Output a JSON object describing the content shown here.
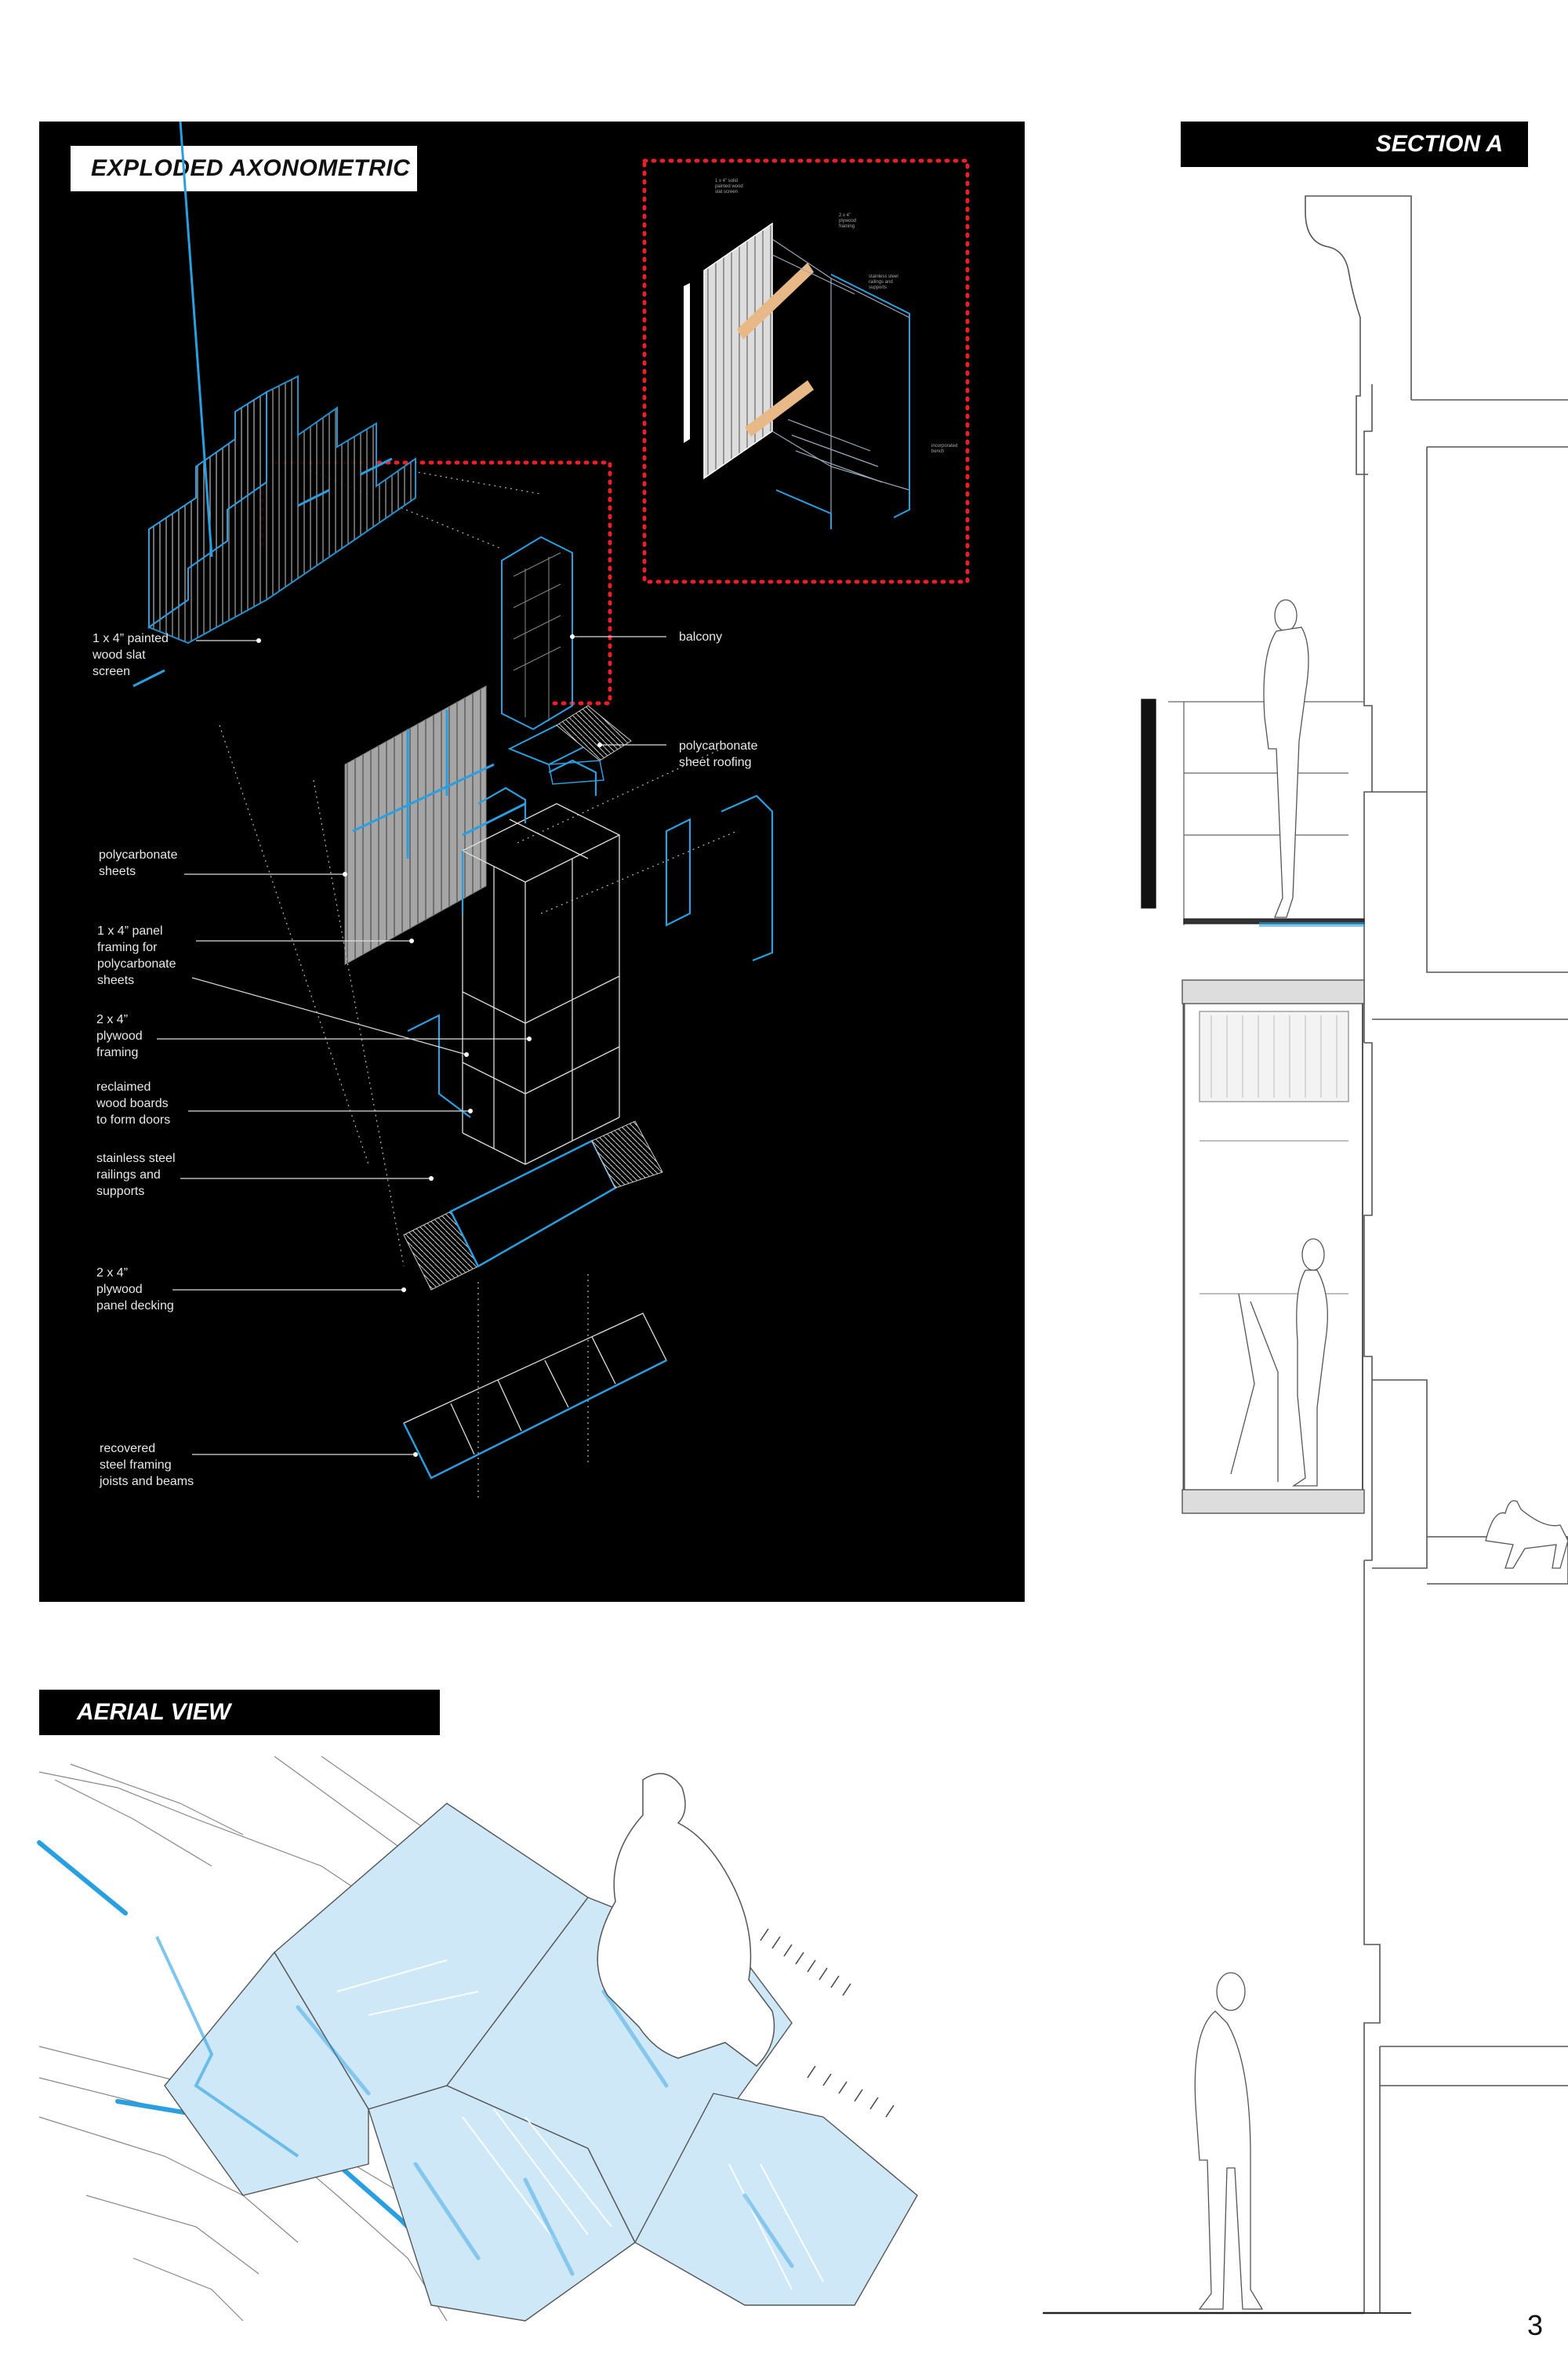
{
  "page": {
    "number": "3"
  },
  "axon": {
    "title": "EXPLODED AXONOMETRIC",
    "labels": [
      {
        "id": "wood-slat-screen",
        "text": "1 x 4” painted\nwood slat\nscreen"
      },
      {
        "id": "balcony",
        "text": "balcony"
      },
      {
        "id": "polycarbonate-roofing",
        "text": "polycarbonate\nsheet roofing"
      },
      {
        "id": "polycarbonate-sheets",
        "text": "polycarbonate\nsheets"
      },
      {
        "id": "panel-framing",
        "text": "1 x 4” panel\nframing for\npolycarbonate\nsheets"
      },
      {
        "id": "plywood-framing",
        "text": "2 x 4”\nplywood\nframing"
      },
      {
        "id": "reclaimed-boards",
        "text": "reclaimed\nwood boards\nto form doors"
      },
      {
        "id": "steel-railings",
        "text": "stainless steel\nrailings and\nsupports"
      },
      {
        "id": "panel-decking",
        "text": "2 x 4”\nplywood\npanel decking"
      },
      {
        "id": "steel-framing",
        "text": "recovered\nsteel framing\njoists and beams"
      }
    ],
    "inset_labels": [
      {
        "id": "inset-slat",
        "text": "1 x 4” solid\npainted wood\nslat screen"
      },
      {
        "id": "inset-framing",
        "text": "2 x 4”\nplywood\nframing"
      },
      {
        "id": "inset-railings",
        "text": "stainless steel\nrailings and\nsupports"
      },
      {
        "id": "inset-bench",
        "text": "incorporated\nbench"
      }
    ]
  },
  "section": {
    "title": "SECTION A"
  },
  "aerial": {
    "title": "AERIAL VIEW"
  },
  "colors": {
    "accent": "#2a9fe0",
    "dashes": "#e8202a",
    "panel": "#000000"
  }
}
